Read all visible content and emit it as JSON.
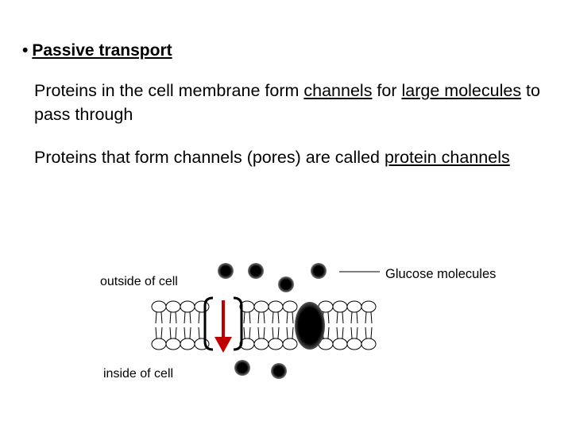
{
  "heading": {
    "bullet": "•",
    "title": "Passive transport"
  },
  "paragraph1": {
    "t1": "Proteins in the cell membrane form ",
    "u1": "channels",
    "t2": " for ",
    "u2": "large molecules",
    "t3": " to pass through"
  },
  "paragraph2": {
    "t1": "Proteins that form channels (pores) are called ",
    "u1": "protein channels"
  },
  "diagram": {
    "outside_label": "outside of cell",
    "inside_label": "inside of cell",
    "glucose_label": "Glucose molecules",
    "arrow_color": "#c00000"
  }
}
